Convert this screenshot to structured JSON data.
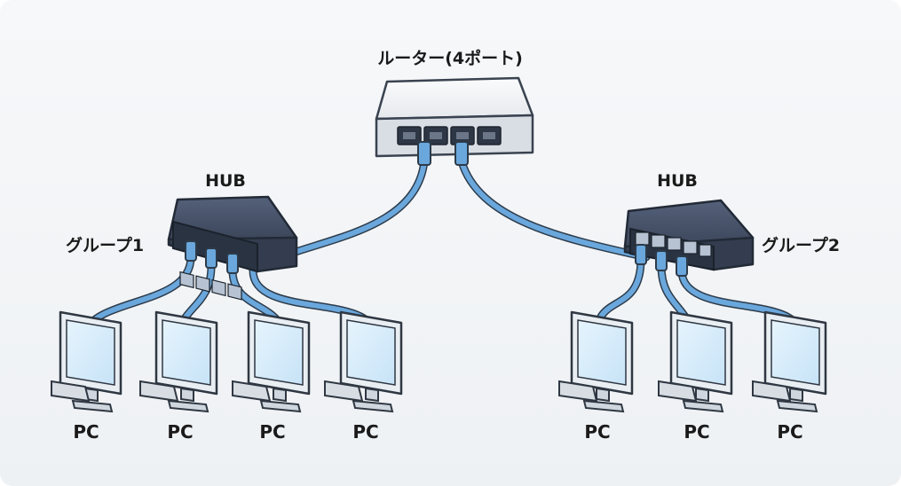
{
  "router": {
    "label": "ルーター(4ポート)"
  },
  "hubs": [
    {
      "id": "hub-left",
      "label": "HUB",
      "group": "グループ1"
    },
    {
      "id": "hub-right",
      "label": "HUB",
      "group": "グループ2"
    }
  ],
  "pcs": [
    {
      "label": "PC"
    },
    {
      "label": "PC"
    },
    {
      "label": "PC"
    },
    {
      "label": "PC"
    },
    {
      "label": "PC"
    },
    {
      "label": "PC"
    },
    {
      "label": "PC"
    }
  ],
  "colors": {
    "cable": "#5b9bd5",
    "cable_outline": "#2d3b4a",
    "device_dark": "#3e4a5e",
    "router_body": "#eef0f3",
    "screen": "#d6ecfb"
  }
}
